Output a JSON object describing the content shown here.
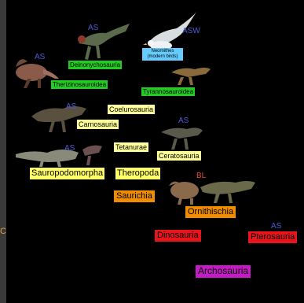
{
  "colors": {
    "background": "#000000",
    "branch": "#000000",
    "tag_blue": "#4b5bd6",
    "tag_red": "#e24b3a",
    "yellow": "#ffff66",
    "orange": "#f08c00",
    "red": "#e8141c",
    "magenta": "#c41cc4",
    "green": "#22cc22",
    "light_blue": "#66ccff"
  },
  "clades": {
    "deinonychosauria": "Deinonychosauria",
    "neornithes_line1": "Neornithes",
    "neornithes_line2": "(modern birds)",
    "therizinosauroidea": "Therizinosauroidea",
    "tyrannosauroidea": "Tyrannosauroidea",
    "coelurosauria": "Coelurosauria",
    "carnosauria": "Carnosauria",
    "ceratosauria": "Ceratosauria",
    "tetanurae": "Tetanurae",
    "sauropodomorpha": "Sauropodomorpha",
    "theropoda": "Theropoda",
    "saurichia": "Saurichia",
    "ornithischia": "Ornithischia",
    "dinosauria": "Dinosauria",
    "pterosauria": "Pterosauria",
    "archosauria": "Archosauria"
  },
  "tags": {
    "deinonychosauria": "AS",
    "neornithes": "ASW",
    "therizinosauroidea": "AS",
    "carnosauria": "AS",
    "ceratosauria": "AS",
    "sauropodomorpha": "AS",
    "ornithischia": "BL",
    "pterosauria": "AS"
  },
  "edge_fragment": "C"
}
